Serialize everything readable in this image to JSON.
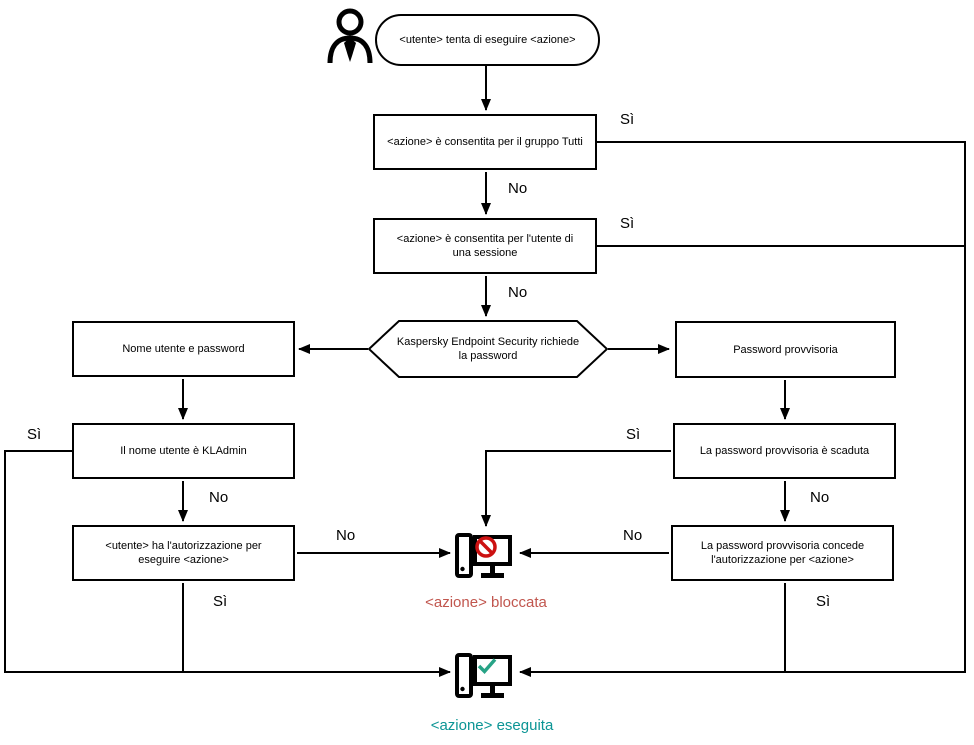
{
  "diagram": {
    "start": "<utente> tenta di eseguire <azione>",
    "nodes": {
      "allowed_group": "<azione> è consentita per il gruppo Tutti",
      "allowed_session": "<azione> è consentita per l'utente di una sessione",
      "kes_prompt": "Kaspersky Endpoint Security richiede la password",
      "username_password": "Nome utente e password",
      "temp_password": "Password provvisoria",
      "is_kladmin": "Il nome utente è KLAdmin",
      "user_authorized": "<utente> ha l'autorizzazione per eseguire <azione>",
      "temp_expired": "La password provvisoria è scaduta",
      "temp_grants": "La password provvisoria concede l'autorizzazione per <azione>"
    },
    "labels": {
      "yes": "Sì",
      "no": "No"
    },
    "outcomes": {
      "blocked": "<azione> bloccata",
      "executed": "<azione> eseguita"
    },
    "icons": {
      "person": "user-icon",
      "blocked": "computer-blocked-icon",
      "executed": "computer-check-icon"
    },
    "colors": {
      "line": "#000000",
      "blocked_text": "#C1564E",
      "executed_text": "#0C9595",
      "prohibition_sign": "#CC1111",
      "checkmark": "#27A386"
    }
  }
}
